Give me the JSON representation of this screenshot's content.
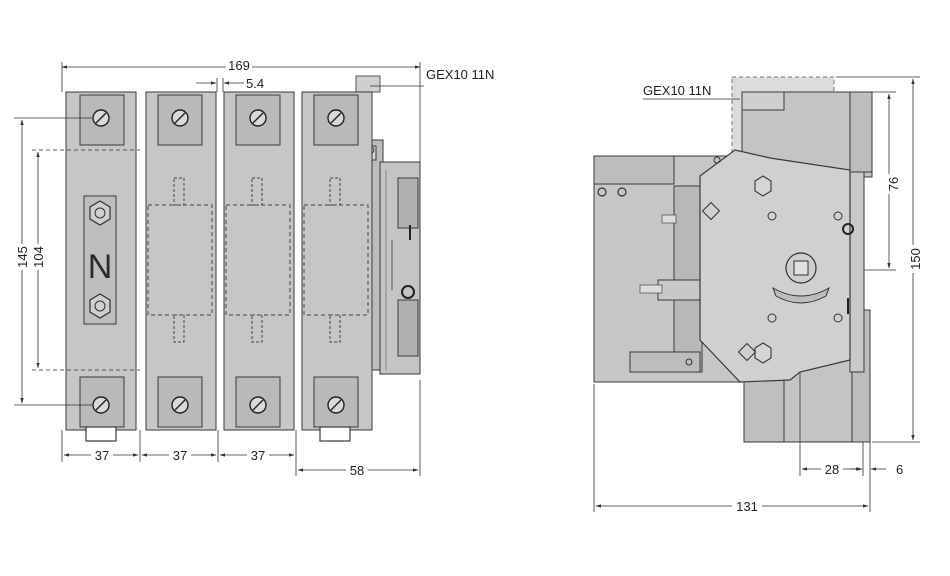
{
  "front_view": {
    "accessory_label": "GEX10 11N",
    "pole_marking": "N",
    "dimensions": {
      "overall_width": "169",
      "gap": "5.4",
      "terminal_pitch_vertical": "145",
      "body_height": "104",
      "pole_pitch_1": "37",
      "pole_pitch_2": "37",
      "pole_pitch_3": "37",
      "last_pole_to_edge": "58"
    }
  },
  "side_view": {
    "accessory_label": "GEX10 11N",
    "dimensions": {
      "upper_height": "76",
      "total_height": "150",
      "depth_28": "28",
      "depth_6": "6",
      "overall_depth": "131"
    }
  },
  "colors": {
    "body": "#c6c6c6",
    "body_dark": "#b3b3b3",
    "outline": "#3a3a3a",
    "dim_line": "#333333",
    "accessory": "#d9d9d9"
  }
}
